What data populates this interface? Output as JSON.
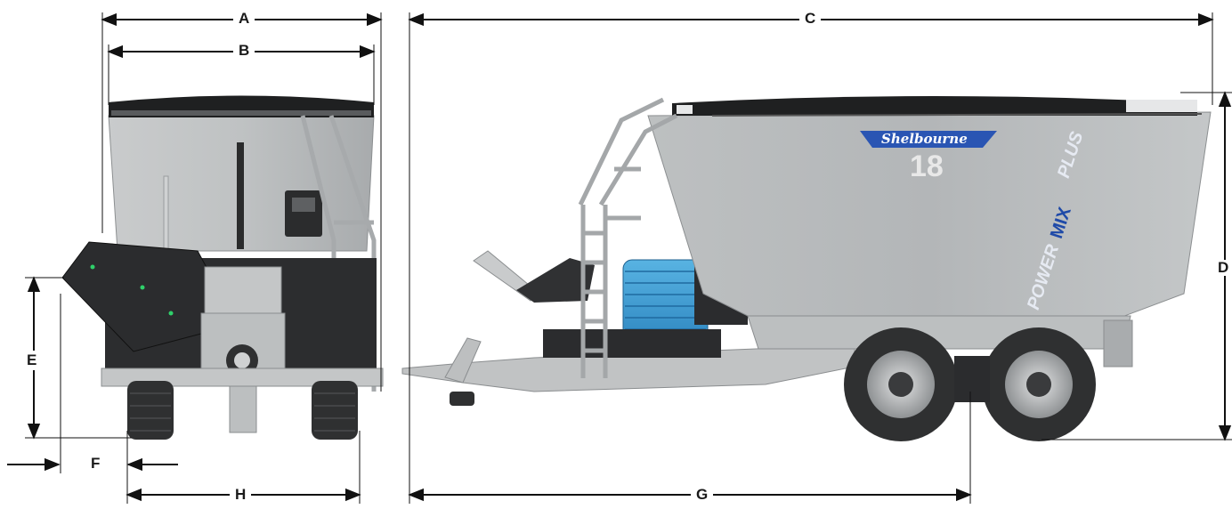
{
  "dimensions": {
    "a": "A",
    "b": "B",
    "c": "C",
    "d": "D",
    "e": "E",
    "f": "F",
    "g": "G",
    "h": "H"
  },
  "brand": {
    "logo_text": "Shelbourne",
    "model_number": "18",
    "product_word_power": "POWER",
    "product_word_mix": "MIX",
    "product_word_plus": "PLUS"
  },
  "colors": {
    "body_grey": "#b9bcbd",
    "dark_grey": "#3b3c3e",
    "conveyor_blue": "#3c9ed3",
    "brand_blue": "#2a55b3",
    "tire_dark": "#2f3031",
    "dimension_line": "#111111"
  }
}
